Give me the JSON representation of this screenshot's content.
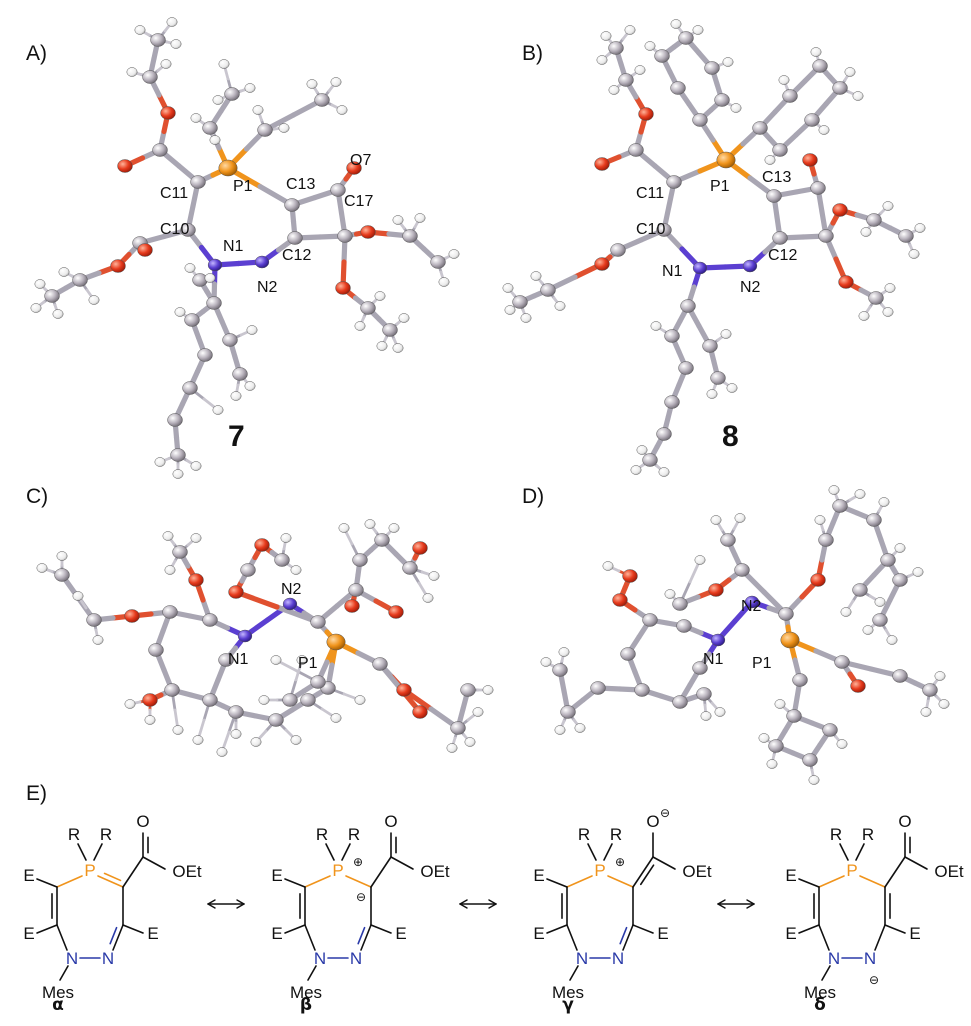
{
  "panels": {
    "a": {
      "label": "A)",
      "compound": "7",
      "atoms": [
        "P1",
        "C13",
        "O7",
        "C17",
        "C11",
        "C10",
        "N1",
        "N2",
        "C12"
      ]
    },
    "b": {
      "label": "B)",
      "compound": "8",
      "atoms": [
        "C11",
        "P1",
        "C13",
        "C10",
        "N1",
        "N2",
        "C12"
      ]
    },
    "c": {
      "label": "C)",
      "atoms": [
        "N2",
        "N1",
        "P1"
      ]
    },
    "d": {
      "label": "D)",
      "atoms": [
        "N2",
        "N1",
        "P1"
      ]
    },
    "e": {
      "label": "E)"
    }
  },
  "resonance": {
    "subst_R": "R",
    "subst_E": "E",
    "subst_Mes": "Mes",
    "atom_P": "P",
    "atom_N": "N",
    "atom_O": "O",
    "group_OEt": "OEt",
    "charge_plus": "⊕",
    "charge_minus": "⊖",
    "structures": [
      "α",
      "β",
      "γ",
      "δ"
    ]
  },
  "colors": {
    "phosphorus": "#f0941c",
    "nitrogen": "#5b3fd1",
    "oxygen": "#e63a1c",
    "carbon": "#b0aab4",
    "hydrogen": "#f3f3f3",
    "bond": "#a9a6b3"
  }
}
